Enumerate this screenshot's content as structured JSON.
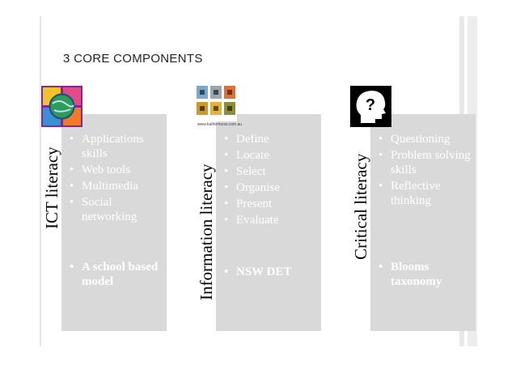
{
  "slide": {
    "title": "3 CORE COMPONENTS",
    "columns": [
      {
        "label": "ICT literacy",
        "icon": "globe-collage-icon",
        "items": [
          "Applications skills",
          "Web tools",
          "Multimedia",
          "Social networking"
        ],
        "bold_items": [
          "A school based model"
        ]
      },
      {
        "label": "Information literacy",
        "icon": "process-steps-icon",
        "icon_caption": "www.kathirmeow.com.au",
        "items": [
          "Define",
          "Locate",
          "Select",
          "Organise",
          "Present",
          "Evaluate"
        ],
        "bold_items": [
          "NSW DET"
        ]
      },
      {
        "label": "Critical literacy",
        "icon": "thinking-head-icon",
        "items": [
          "Questioning",
          "Problem solving skills",
          "Reflective thinking"
        ],
        "bold_items": [
          "Blooms taxonomy"
        ]
      }
    ]
  }
}
